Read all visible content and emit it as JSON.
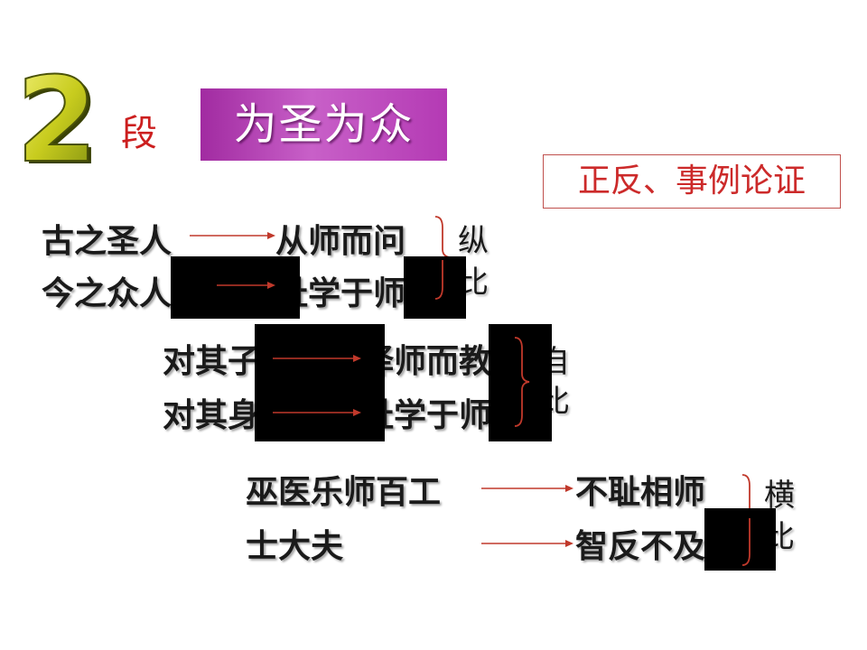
{
  "section": {
    "number": "2",
    "suffix": "段",
    "title": "为圣为众",
    "method": "正反、事例论证"
  },
  "groups": [
    {
      "rows": [
        {
          "left": "古之圣人",
          "right": "从师而问"
        },
        {
          "left": "今之众人",
          "right": "耻学于师"
        }
      ],
      "label": [
        "纵",
        "比"
      ]
    },
    {
      "rows": [
        {
          "left": "对其子",
          "right": "择师而教"
        },
        {
          "left": "对其身",
          "right": "耻学于师"
        }
      ],
      "label": [
        "自",
        "比"
      ]
    },
    {
      "rows": [
        {
          "left": "巫医乐师百工",
          "right": "不耻相师"
        },
        {
          "left": "士大夫",
          "right": "智反不及"
        }
      ],
      "label": [
        "横",
        "比"
      ]
    }
  ],
  "colors": {
    "arrow": "#c0392b",
    "title_bg": "#b43ab4",
    "method_border": "#c0504d",
    "accent_text": "#cc1f1f",
    "redaction": "#000000"
  }
}
